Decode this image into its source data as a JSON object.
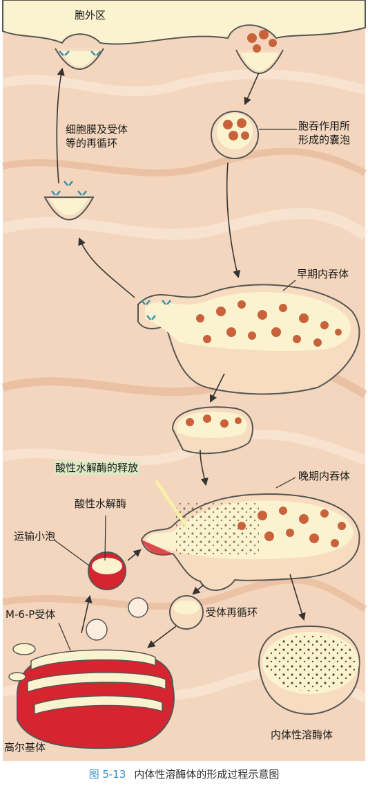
{
  "labels": {
    "extracellular": "胞外区",
    "recycle_membrane": "细胞膜及受体\n等的再循环",
    "endocytic_vesicle": "胞吞作用所\n形成的囊泡",
    "early_endosome": "早期内吞体",
    "acid_hydrolase_release": "酸性水解酶的释放",
    "late_endosome": "晚期内吞体",
    "acid_hydrolase": "酸性水解酶",
    "transport_vesicle": "运输小泡",
    "m6p_receptor": "M-6-P受体",
    "receptor_recycle": "受体再循环",
    "golgi": "高尔基体",
    "lysosome": "内体性溶酶体"
  },
  "caption": {
    "figure_number": "图 5-13",
    "text": "内体性溶酶体的形成过程示意图"
  },
  "colors": {
    "background": "#f3d6bd",
    "wood_dark": "#e4b28f",
    "wood_light": "#fbeee0",
    "vesicle_fill": "#f7dcc0",
    "vesicle_interior": "#fbf3cf",
    "cargo": "#c9623a",
    "golgi_red": "#d6252f",
    "receptor": "#3a8fa8",
    "caption_blue": "#3a8fc8",
    "highlight": "#dcebc4"
  }
}
